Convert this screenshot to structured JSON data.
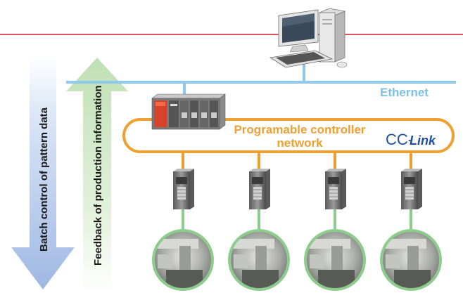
{
  "arrows": {
    "batch_control": "Batch control of pattern data",
    "feedback": "Feedback of production information"
  },
  "network": {
    "ethernet_label": "Ethernet",
    "plc_network_line1": "Programable controller",
    "plc_network_line2": "network",
    "cclink_prefix": "CC-",
    "cclink_suffix": "Link"
  },
  "colors": {
    "top_rule": "#d01c2c",
    "ethernet": "#8ec8ea",
    "plc_network": "#f0a030",
    "down_arrow": "#b4c8ea",
    "up_arrow": "#cfe8c8",
    "green_links": "#8ccc8c",
    "cclink_logo": "#1f4fa0"
  },
  "icons": {
    "computer": "desktop-computer-icon",
    "plc": "plc-controller-icon",
    "remote_io": "remote-io-module-icon",
    "sewing_machine": "sewing-machine-photo"
  }
}
